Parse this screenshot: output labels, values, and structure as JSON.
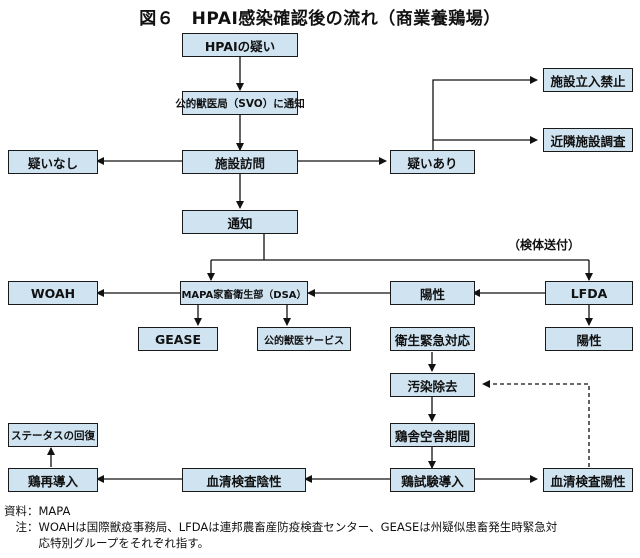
{
  "title": "図６　HPAI感染確認後の流れ（商業養鶏場）",
  "nodes": {
    "hpai_suspect": "HPAIの疑い",
    "notify_svo": "公的獣医局（SVO）に通知",
    "no_suspicion": "疑いなし",
    "facility_visit": "施設訪問",
    "suspected": "疑いあり",
    "entry_ban": "施設立入禁止",
    "neighbor_survey": "近隣施設調査",
    "notification": "通知",
    "woah": "WOAH",
    "mapa_dsa": "MAPA家畜衛生部（DSA）",
    "positive_mid": "陽性",
    "lfda": "LFDA",
    "gease": "GEASE",
    "public_vet_service": "公的獣医サービス",
    "emergency_response": "衛生緊急対応",
    "positive_right": "陽性",
    "decontamination": "汚染除去",
    "empty_period": "鶏舎空舎期間",
    "sentinel_introduction": "鶏試験導入",
    "serology_positive": "血清検査陽性",
    "serology_negative": "血清検査陰性",
    "restocking": "鶏再導入",
    "status_recovery": "ステータスの回復"
  },
  "edge_labels": {
    "sample_shipment": "（検体送付）"
  },
  "source": "資料：MAPA",
  "note_line1": "　注：WOAHは国際獣疫事務局、LFDAは連邦農畜産防疫検査センター、GEASEは州疑似患畜発生時緊急対",
  "note_line2": "　　　応特別グループをそれぞれ指す。"
}
